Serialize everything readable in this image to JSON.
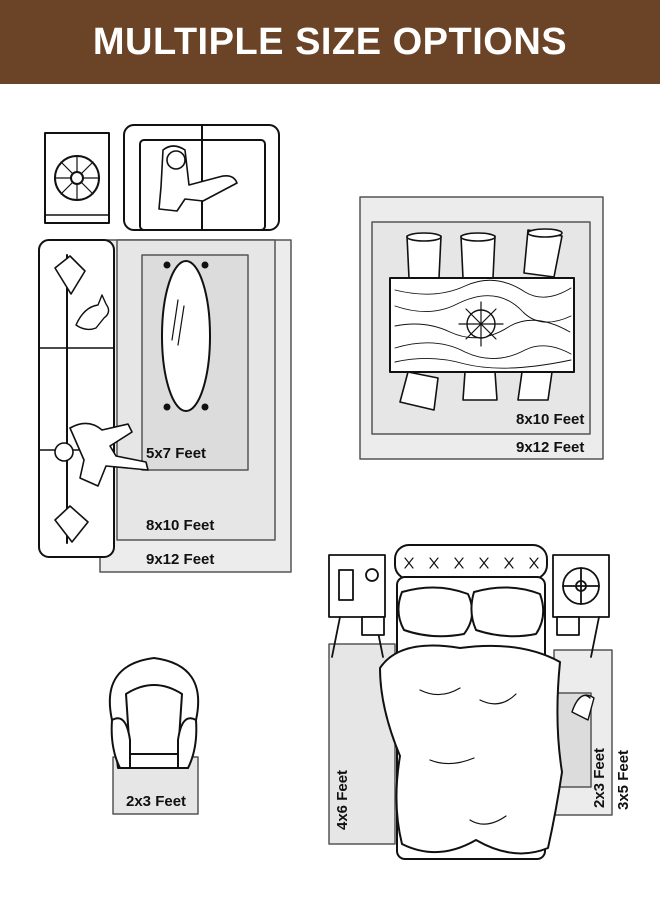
{
  "banner": {
    "title": "MULTIPLE SIZE OPTIONS"
  },
  "colors": {
    "banner_bg": "#6b4427",
    "banner_text": "#ffffff",
    "rug_outer": "#ececec",
    "rug_inner": "#dcdcdc",
    "line": "#111111"
  },
  "living_room": {
    "rug_small": "5x7 Feet",
    "rug_medium": "8x10 Feet",
    "rug_large": "9x12 Feet"
  },
  "dining_room": {
    "rug_inner": "8x10 Feet",
    "rug_outer": "9x12 Feet"
  },
  "chair_area": {
    "rug": "2x3 Feet"
  },
  "bedroom": {
    "rug_left": "4x6 Feet",
    "rug_right_small": "2x3 Feet",
    "rug_right_large": "3x5 Feet"
  }
}
